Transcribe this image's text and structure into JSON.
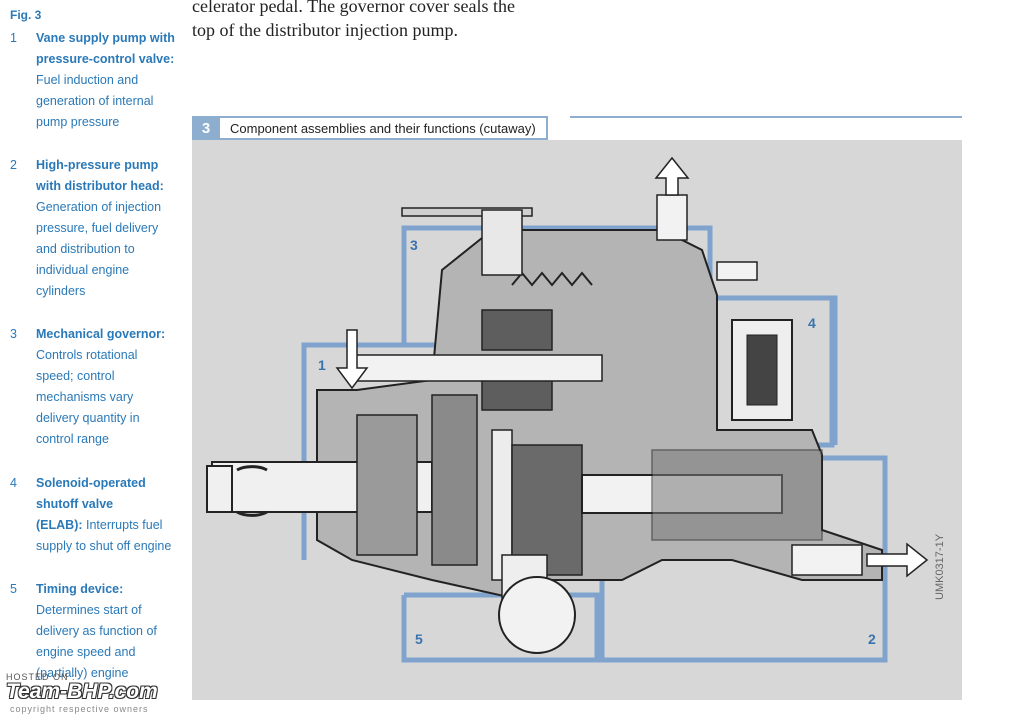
{
  "caption": {
    "fig_label": "Fig. 3",
    "items": [
      {
        "num": "1",
        "title": "Vane supply pump with pressure-control valve:",
        "desc": "Fuel induction and generation of internal pump pressure"
      },
      {
        "num": "2",
        "title": "High-pressure pump with distributor head:",
        "desc": "Generation of injection pressure, fuel delivery and distribution to individual engine cylinders"
      },
      {
        "num": "3",
        "title": "Mechanical governor:",
        "desc": "Controls rotational speed; control mechanisms vary delivery quantity in control range"
      },
      {
        "num": "4",
        "title": "Solenoid-operated shutoff valve",
        "title_extra": "(ELAB):",
        "desc": "Interrupts fuel supply to shut off engine"
      },
      {
        "num": "5",
        "title": "Timing device:",
        "desc": "Determines start of delivery as function of engine speed and (partially) engine"
      }
    ]
  },
  "body_text": {
    "line1": "celerator pedal. The governor cover seals the",
    "line2": "top of the distributor injection pump."
  },
  "figure": {
    "number": "3",
    "title": "Component assemblies and their functions (cutaway)",
    "code": "UMK0317-1Y",
    "region_labels": [
      "1",
      "2",
      "3",
      "4",
      "5"
    ],
    "colors": {
      "region_outline": "#7fa3cc",
      "caption_blue": "#2a79b8",
      "figure_bg": "#d7d7d7"
    }
  },
  "watermark": {
    "hosted": "HOSTED ON :",
    "brand": "Team-BHP.com",
    "copyright": "copyright respective owners"
  }
}
